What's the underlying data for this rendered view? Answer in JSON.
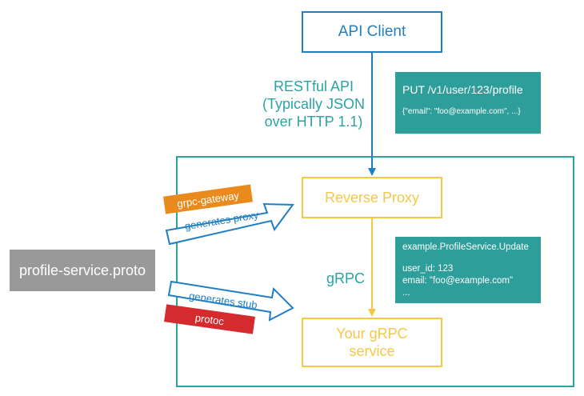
{
  "nodes": {
    "api_client": "API Client",
    "reverse_proxy": "Reverse Proxy",
    "grpc_service_line1": "Your gRPC",
    "grpc_service_line2": "service",
    "proto_file": "profile-service.proto"
  },
  "edges": {
    "rest_label_line1": "RESTful API",
    "rest_label_line2": "(Typically JSON",
    "rest_label_line3": "over HTTP 1.1)",
    "grpc_label": "gRPC",
    "generates_proxy": "generates proxy",
    "generates_stub": "generates stub"
  },
  "ribbons": {
    "grpc_gateway": "grpc-gateway",
    "protoc": "protoc"
  },
  "notes": {
    "put_request": {
      "title": "PUT /v1/user/123/profile",
      "body": "{\"email\": \"foo@example.com\", ...}"
    },
    "update_call": {
      "title": "example.ProfileService.Update",
      "line1": "user_id: 123",
      "line2": "email: \"foo@example.com\"",
      "line3": "..."
    }
  },
  "colors": {
    "blue": "#1f7fc2",
    "yellow": "#f6c745",
    "teal": "#2aa3a3",
    "note_bg": "#2d9e99",
    "gray": "#999999",
    "orange": "#ea8a1d",
    "red": "#d52b2e"
  }
}
